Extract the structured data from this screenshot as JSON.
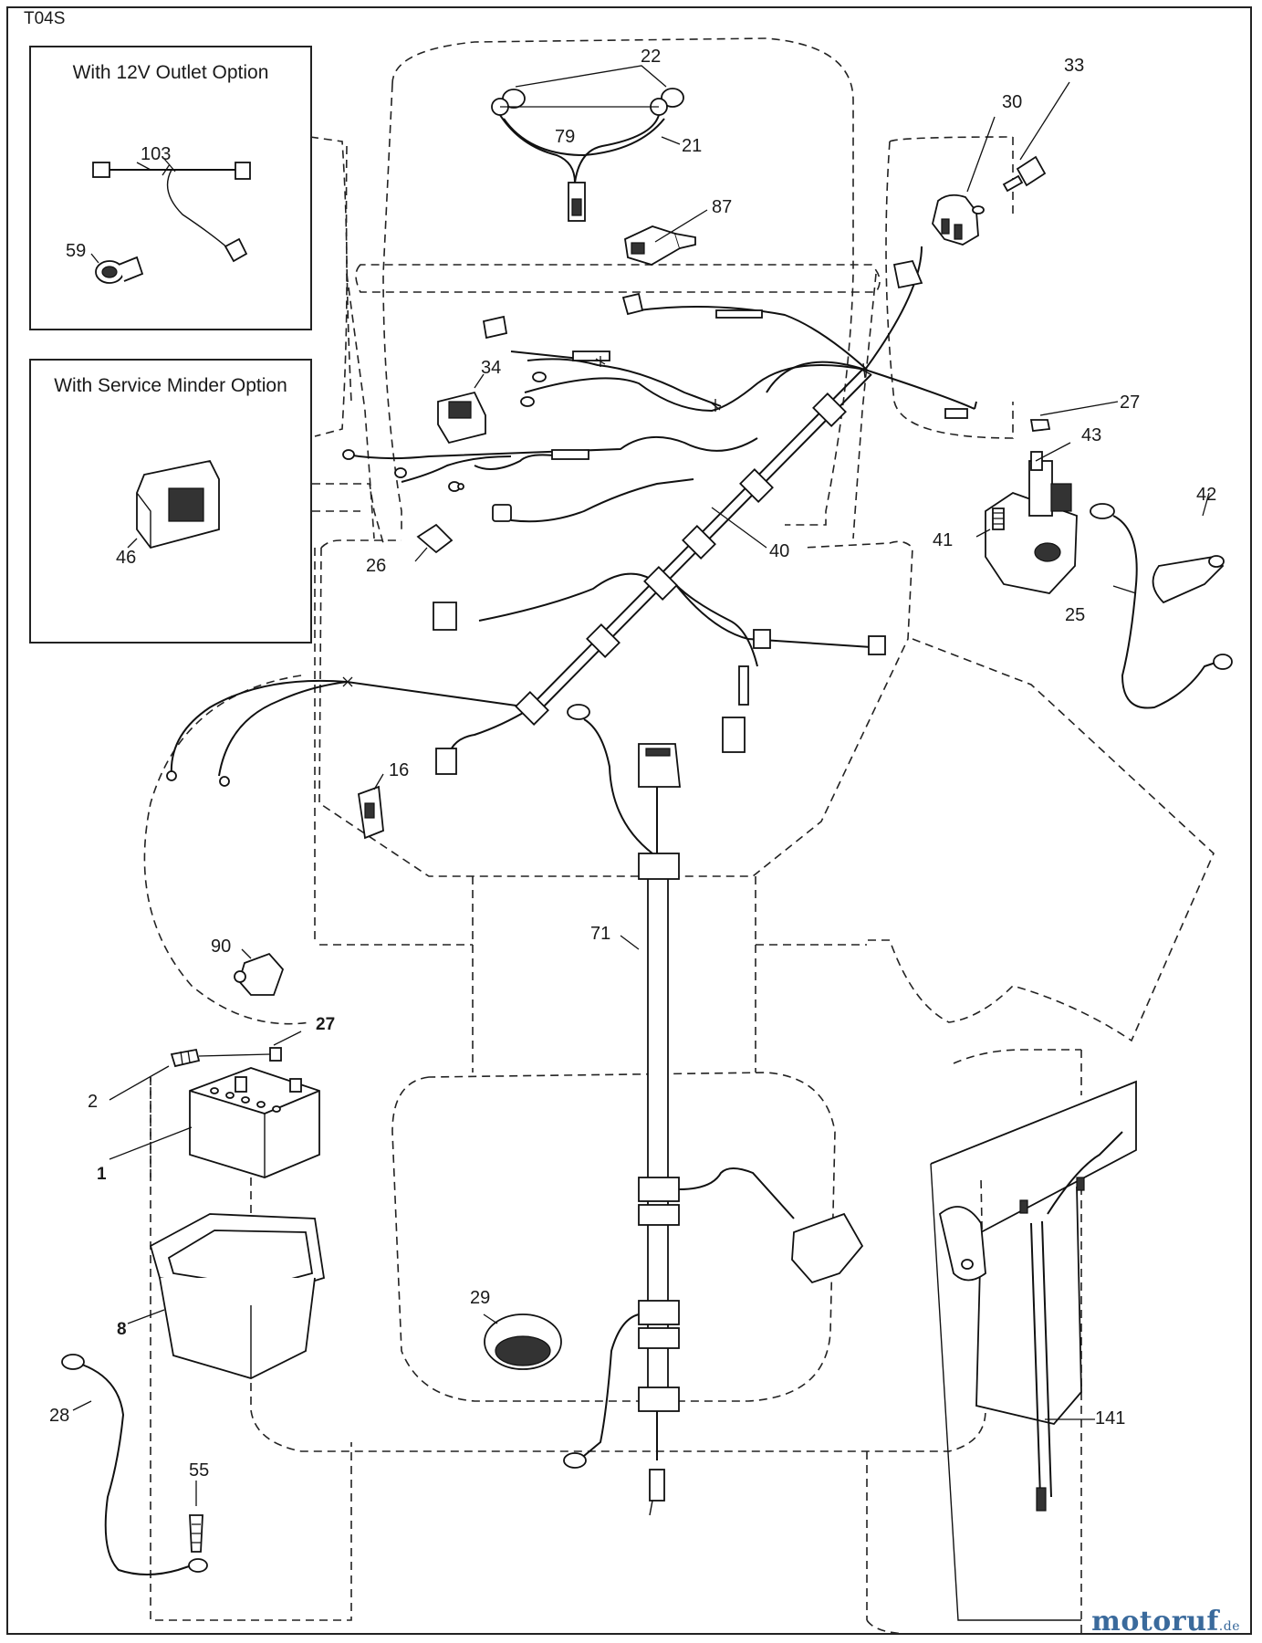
{
  "page_id": "T04S",
  "insets": {
    "outlet": {
      "title": "With 12V Outlet Option"
    },
    "minder": {
      "title": "With Service Minder Option"
    }
  },
  "callouts": {
    "c103": "103",
    "c59": "59",
    "c46": "46",
    "c22": "22",
    "c79": "79",
    "c21": "21",
    "c87": "87",
    "c30": "30",
    "c33": "33",
    "c34": "34",
    "c27a": "27",
    "c43": "43",
    "c42": "42",
    "c41": "41",
    "c40": "40",
    "c25": "25",
    "c26": "26",
    "c16": "16",
    "c71": "71",
    "c90": "90",
    "c27b": "27",
    "c2": "2",
    "c1": "1",
    "c8": "8",
    "c29": "29",
    "c141": "141",
    "c28": "28",
    "c55": "55"
  },
  "watermark": {
    "brand": "motoruf",
    "tld": ".de"
  }
}
